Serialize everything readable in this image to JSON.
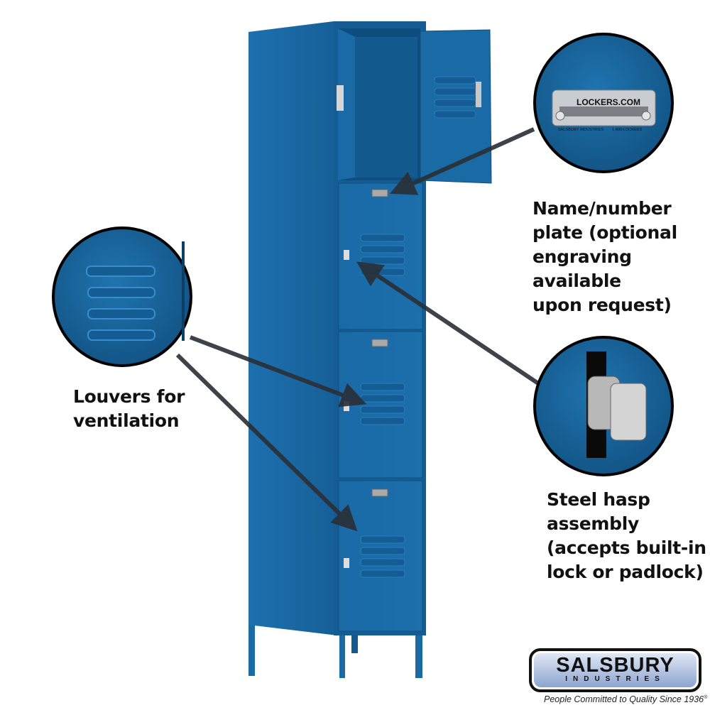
{
  "callouts": {
    "name_plate": "Name/number\nplate (optional\nengraving available\nupon request)",
    "louvers": "Louvers for\nventilation",
    "hasp": "Steel hasp\nassembly\n(accepts built-in\nlock or padlock)"
  },
  "name_plate_detail": {
    "title": "LOCKERS.COM",
    "left_small": "SALSBURY INDUSTRIES",
    "right_small": "1-800-LOCKERS"
  },
  "brand": {
    "name": "SALSBURY",
    "sub": "INDUSTRIES",
    "tagline": "People Committed to Quality Since 1936",
    "registered": "®"
  },
  "colors": {
    "locker_blue": "#1a6aa6",
    "locker_dark": "#0f4f80"
  }
}
